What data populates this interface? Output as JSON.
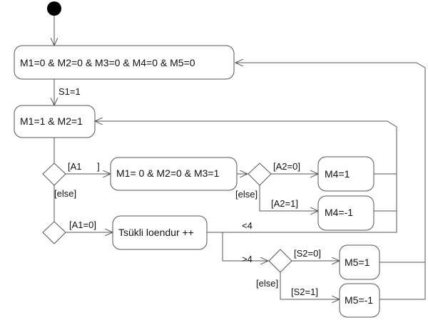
{
  "diagram": {
    "colors": {
      "stroke": "#555555",
      "initial": "#000000",
      "text": "#111111"
    },
    "states": {
      "all_zero": "M1=0 & M2=0 & M3=0 & M4=0 & M5=0",
      "m1_m2_on": "M1=1 & M2=1",
      "m1_m2_off_m3_on": "M1= 0 & M2=0 & M3=1",
      "m4_pos": "M4=1",
      "m4_neg": "M4=-1",
      "loop": "Tsükli loendur ++",
      "m5_pos": "M5=1",
      "m5_neg": "M5=-1"
    },
    "guards": {
      "s1": "S1=1",
      "a1": "[A1      ]",
      "else1": "[else]",
      "a1_zero": "[A1=0]",
      "a2_zero": "[A2=0]",
      "else2": "[else]",
      "a2_one": "[A2=1]",
      "lt4": "<4",
      "gt4": ">4",
      "s2_zero": "[S2=0]",
      "else3": "[else]",
      "s2_one": "[S2=1]"
    }
  }
}
